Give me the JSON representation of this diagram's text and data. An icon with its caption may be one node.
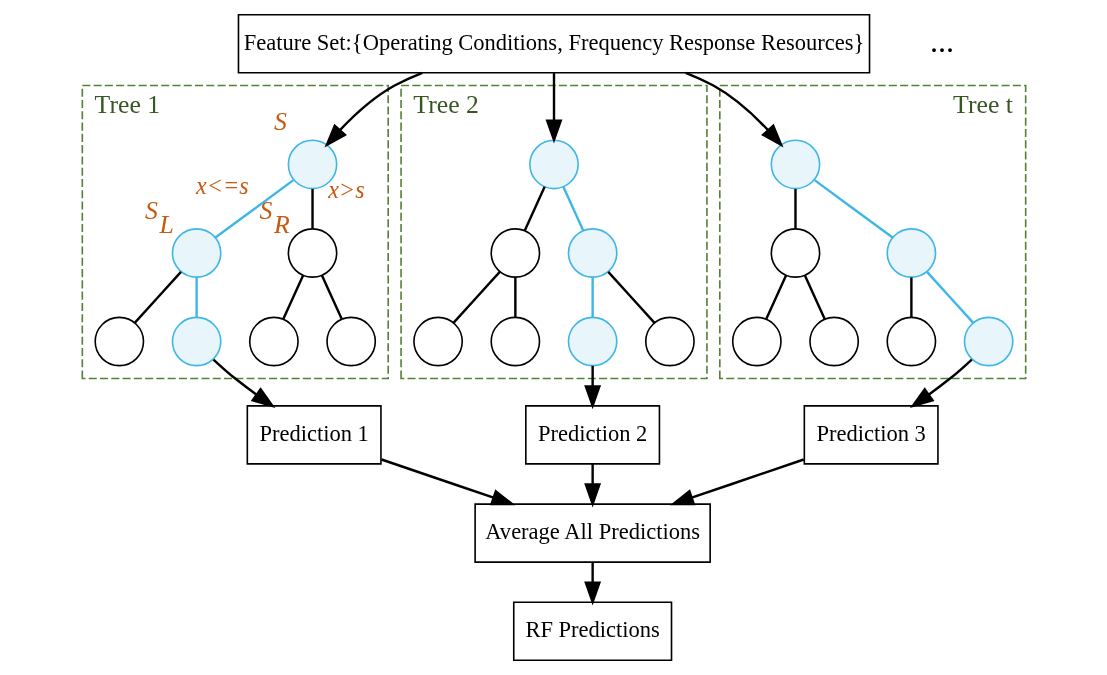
{
  "diagram": {
    "nodes": [
      {
        "text": [
          "Feature Set:{Operating Conditions, Frequency Response Resources}"
        ]
      },
      {
        "text": [
          "Tree 1"
        ]
      },
      {
        "text": [],
        "shape": "circle",
        "in": 1,
        "beside": [
          "S"
        ]
      },
      {
        "text": [],
        "shape": "circle",
        "in": 1,
        "beside": [
          "S$_{L}$"
        ]
      },
      {
        "text": [],
        "shape": "circle",
        "in": 1,
        "beside": [
          "S$_{R}$"
        ]
      },
      {
        "text": [],
        "shape": "circle",
        "in": 1
      },
      {
        "text": [],
        "shape": "circle",
        "in": 1
      },
      {
        "text": [],
        "shape": "circle",
        "in": 1
      },
      {
        "text": [],
        "shape": "circle",
        "in": 1
      },
      {
        "text": [
          "Tree 2"
        ]
      },
      {
        "text": [],
        "shape": "circle",
        "in": 9
      },
      {
        "text": [],
        "shape": "circle",
        "in": 9
      },
      {
        "text": [],
        "shape": "circle",
        "in": 9
      },
      {
        "text": [],
        "shape": "circle",
        "in": 9
      },
      {
        "text": [],
        "shape": "circle",
        "in": 9
      },
      {
        "text": [],
        "shape": "circle",
        "in": 9
      },
      {
        "text": [],
        "shape": "circle",
        "in": 9
      },
      {
        "text": [
          "Tree t"
        ]
      },
      {
        "text": [],
        "shape": "circle",
        "in": 17
      },
      {
        "text": [],
        "shape": "circle",
        "in": 17
      },
      {
        "text": [],
        "shape": "circle",
        "in": 17
      },
      {
        "text": [],
        "shape": "circle",
        "in": 17
      },
      {
        "text": [],
        "shape": "circle",
        "in": 17
      },
      {
        "text": [],
        "shape": "circle",
        "in": 17
      },
      {
        "text": [],
        "shape": "circle",
        "in": 17
      },
      {
        "text": [
          "Prediction 1"
        ]
      },
      {
        "text": [
          "Prediction 2"
        ]
      },
      {
        "text": [
          "Prediction 3"
        ]
      },
      {
        "text": [
          "Average All Predictions"
        ]
      },
      {
        "text": [
          "RF Predictions"
        ]
      }
    ],
    "edges": [
      {
        "from": 0,
        "to": 2,
        "arrow": "to"
      },
      {
        "from": 0,
        "to": 10,
        "arrow": "to"
      },
      {
        "from": 0,
        "to": 18,
        "arrow": "to"
      },
      {
        "from": 2,
        "to": 3,
        "arrow": "none",
        "label": "x<=s",
        "color": "#3fb6e8"
      },
      {
        "from": 2,
        "to": 4,
        "arrow": "none",
        "label": "x>s"
      },
      {
        "from": 3,
        "to": 5,
        "arrow": "none"
      },
      {
        "from": 3,
        "to": 6,
        "arrow": "none",
        "color": "#3fb6e8"
      },
      {
        "from": 4,
        "to": 7,
        "arrow": "none"
      },
      {
        "from": 4,
        "to": 8,
        "arrow": "none"
      },
      {
        "from": 10,
        "to": 11,
        "arrow": "none"
      },
      {
        "from": 10,
        "to": 12,
        "arrow": "none",
        "color": "#3fb6e8"
      },
      {
        "from": 11,
        "to": 13,
        "arrow": "none"
      },
      {
        "from": 11,
        "to": 14,
        "arrow": "none"
      },
      {
        "from": 12,
        "to": 15,
        "arrow": "none",
        "color": "#3fb6e8"
      },
      {
        "from": 12,
        "to": 16,
        "arrow": "none"
      },
      {
        "from": 18,
        "to": 19,
        "arrow": "none"
      },
      {
        "from": 18,
        "to": 20,
        "arrow": "none",
        "color": "#3fb6e8"
      },
      {
        "from": 19,
        "to": 21,
        "arrow": "none"
      },
      {
        "from": 19,
        "to": 22,
        "arrow": "none"
      },
      {
        "from": 20,
        "to": 23,
        "arrow": "none"
      },
      {
        "from": 20,
        "to": 24,
        "arrow": "none",
        "color": "#3fb6e8"
      },
      {
        "from": 6,
        "to": 25,
        "arrow": "to"
      },
      {
        "from": 15,
        "to": 26,
        "arrow": "to"
      },
      {
        "from": 24,
        "to": 27,
        "arrow": "to"
      },
      {
        "from": 25,
        "to": 28,
        "arrow": "to"
      },
      {
        "from": 26,
        "to": 28,
        "arrow": "to"
      },
      {
        "from": 27,
        "to": 28,
        "arrow": "to"
      },
      {
        "from": 28,
        "to": 29,
        "arrow": "to"
      }
    ],
    "labels": [
      "..."
    ]
  }
}
